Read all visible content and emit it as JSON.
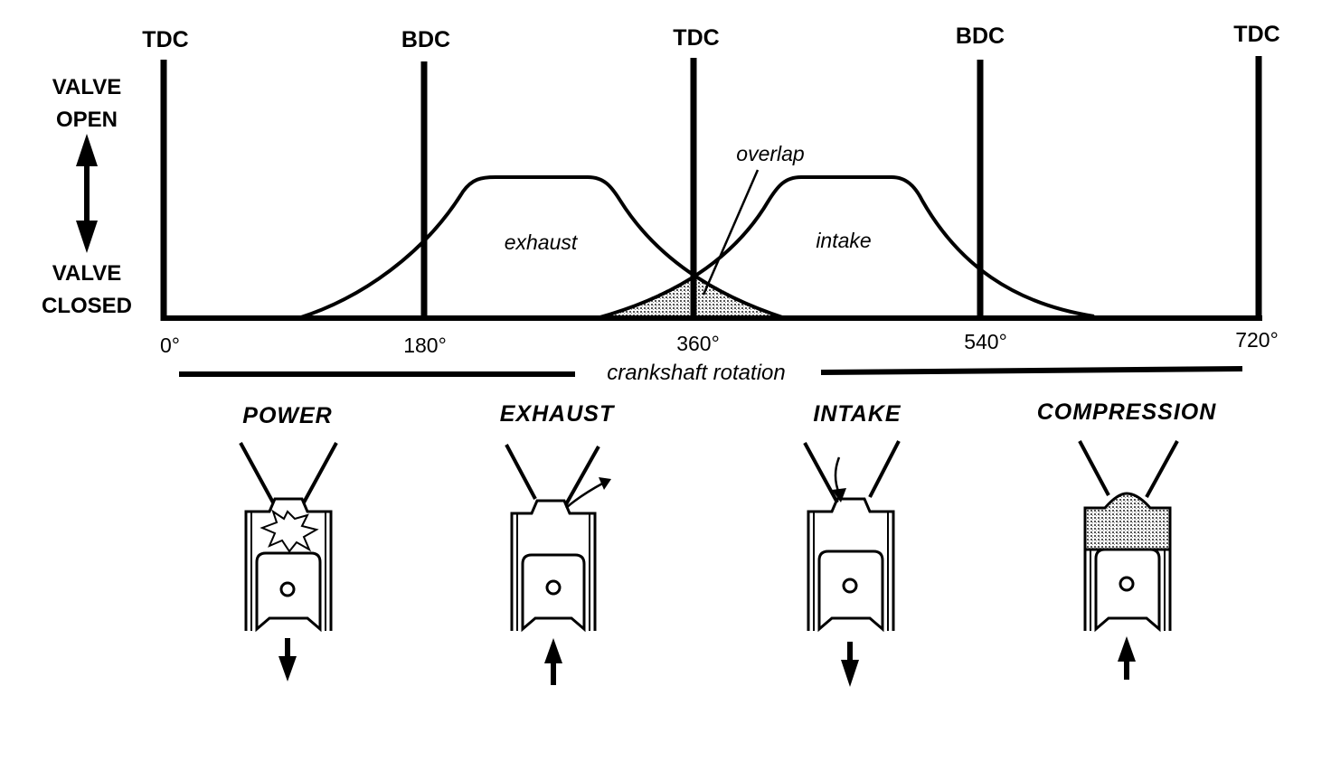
{
  "diagram": {
    "markers": [
      {
        "id": "tdc-0",
        "label": "TDC",
        "deg": 0
      },
      {
        "id": "bdc-180",
        "label": "BDC",
        "deg": 180
      },
      {
        "id": "tdc-360",
        "label": "TDC",
        "deg": 360
      },
      {
        "id": "bdc-540",
        "label": "BDC",
        "deg": 540
      },
      {
        "id": "tdc-720",
        "label": "TDC",
        "deg": 720
      }
    ],
    "ticks": [
      "0°",
      "180°",
      "360°",
      "540°",
      "720°"
    ],
    "yaxis": {
      "open_line1": "VALVE",
      "open_line2": "OPEN",
      "closed_line1": "VALVE",
      "closed_line2": "CLOSED"
    },
    "curves": {
      "exhaust": "exhaust",
      "intake": "intake",
      "overlap": "overlap"
    },
    "xaxis_label": "crankshaft rotation",
    "strokes": [
      {
        "name": "POWER",
        "piston_motion": "down"
      },
      {
        "name": "EXHAUST",
        "piston_motion": "up"
      },
      {
        "name": "INTAKE",
        "piston_motion": "down"
      },
      {
        "name": "COMPRESSION",
        "piston_motion": "up"
      }
    ],
    "colors": {
      "ink": "#000000",
      "shade": "#bdbdbd",
      "background": "#ffffff"
    }
  }
}
